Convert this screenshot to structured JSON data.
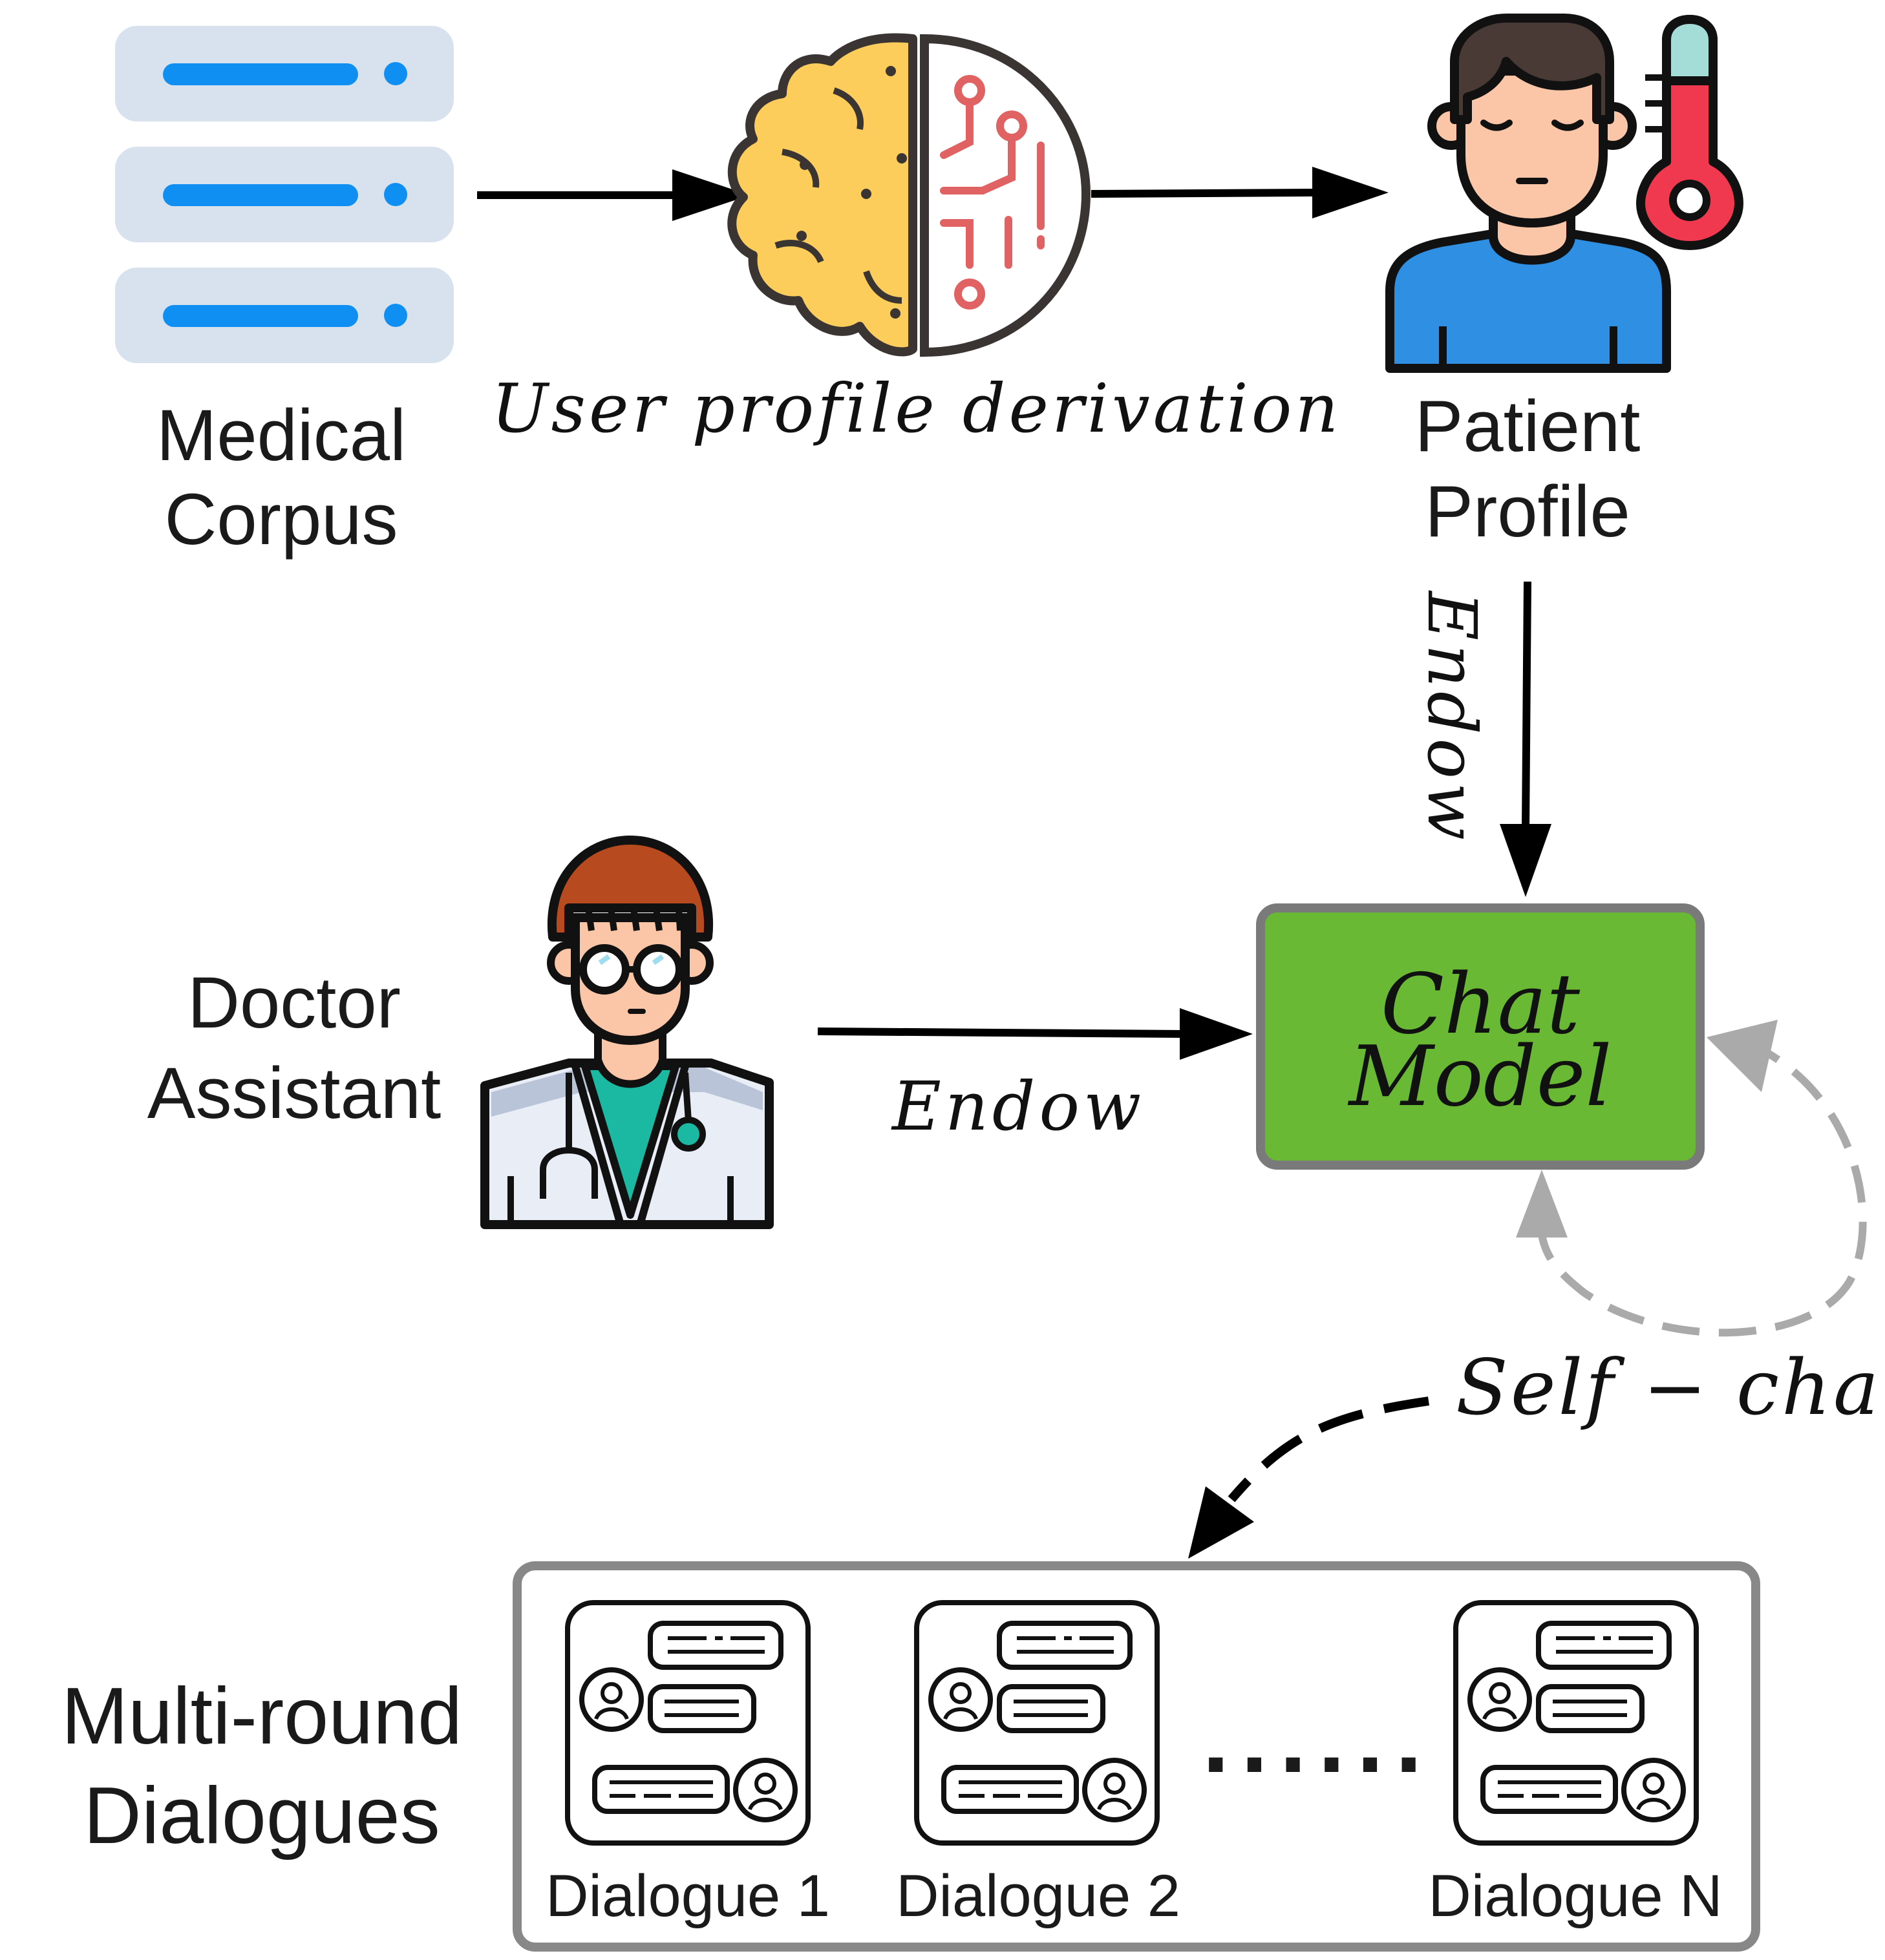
{
  "nodes": {
    "medical_corpus": [
      "Medical",
      "Corpus"
    ],
    "patient_profile": [
      "Patient",
      "Profile"
    ],
    "doctor_assistant": [
      "Doctor",
      "Assistant"
    ],
    "chat_model": [
      "Chat",
      "Model"
    ],
    "multi_round": [
      "Multi-round",
      "Dialogues"
    ]
  },
  "edges": {
    "derivation": "User profile derivation",
    "endow_vertical": "Endow",
    "endow_horizontal": "Endow",
    "self_chat": "Self − chat"
  },
  "dialogues": {
    "items": [
      "Dialogue 1",
      "Dialogue 2",
      "Dialogue N"
    ],
    "ellipsis": "......"
  },
  "colors": {
    "chat_model_fill": "#6ab935",
    "chat_model_border": "#7a7a7a",
    "server_fill": "#d8e2ef",
    "server_accent": "#0f8ff2",
    "patient_shirt": "#2f8fe3",
    "skin": "#fbc6a8",
    "hair_patient": "#4a3a35",
    "hair_doctor": "#b74a1e",
    "thermometer": "#f0394f",
    "brain_left": "#fccd5b",
    "circuit": "#e06262",
    "dashed_loop": "#aaaaaa"
  },
  "icons": [
    "server-icon",
    "brain-icon",
    "patient-icon",
    "thermometer-icon",
    "doctor-icon",
    "chat-dialogue-icon"
  ]
}
